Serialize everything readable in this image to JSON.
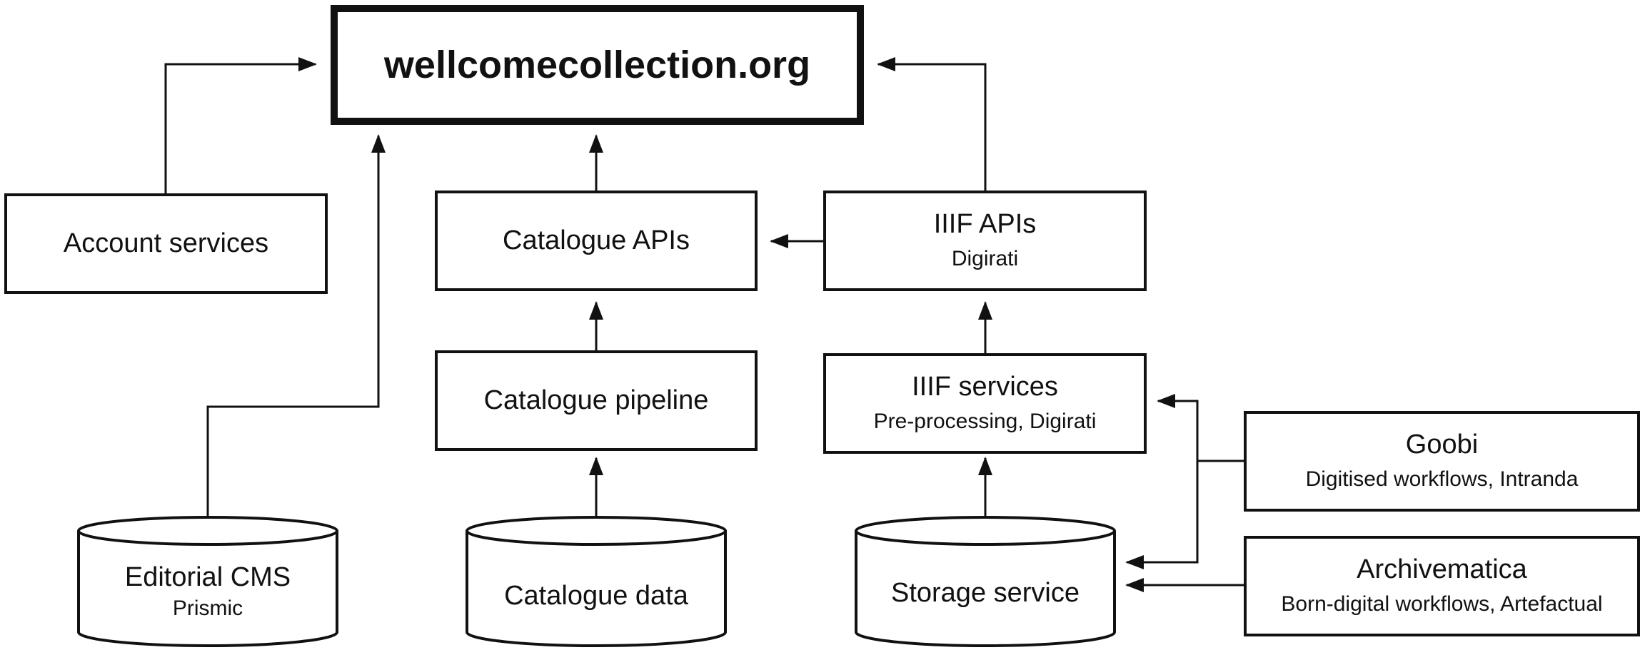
{
  "nodes": {
    "website": {
      "title": "wellcomecollection.org"
    },
    "account_services": {
      "title": "Account services"
    },
    "catalogue_apis": {
      "title": "Catalogue APIs"
    },
    "iiif_apis": {
      "title": "IIIF APIs",
      "subtitle": "Digirati"
    },
    "catalogue_pipeline": {
      "title": "Catalogue pipeline"
    },
    "iiif_services": {
      "title": "IIIF services",
      "subtitle": "Pre-processing, Digirati"
    },
    "goobi": {
      "title": "Goobi",
      "subtitle": "Digitised workflows, Intranda"
    },
    "archivematica": {
      "title": "Archivematica",
      "subtitle": "Born-digital workflows, Artefactual"
    },
    "editorial_cms": {
      "title": "Editorial CMS",
      "subtitle": "Prismic"
    },
    "catalogue_data": {
      "title": "Catalogue data"
    },
    "storage_service": {
      "title": "Storage service"
    }
  },
  "edges": [
    {
      "from": "account_services",
      "to": "website"
    },
    {
      "from": "editorial_cms",
      "to": "website"
    },
    {
      "from": "catalogue_apis",
      "to": "website"
    },
    {
      "from": "iiif_apis",
      "to": "website"
    },
    {
      "from": "iiif_apis",
      "to": "catalogue_apis"
    },
    {
      "from": "catalogue_pipeline",
      "to": "catalogue_apis"
    },
    {
      "from": "iiif_services",
      "to": "iiif_apis"
    },
    {
      "from": "catalogue_data",
      "to": "catalogue_pipeline"
    },
    {
      "from": "storage_service",
      "to": "iiif_services"
    },
    {
      "from": "goobi",
      "to": "iiif_services"
    },
    {
      "from": "goobi",
      "to": "storage_service"
    },
    {
      "from": "archivematica",
      "to": "storage_service"
    }
  ]
}
